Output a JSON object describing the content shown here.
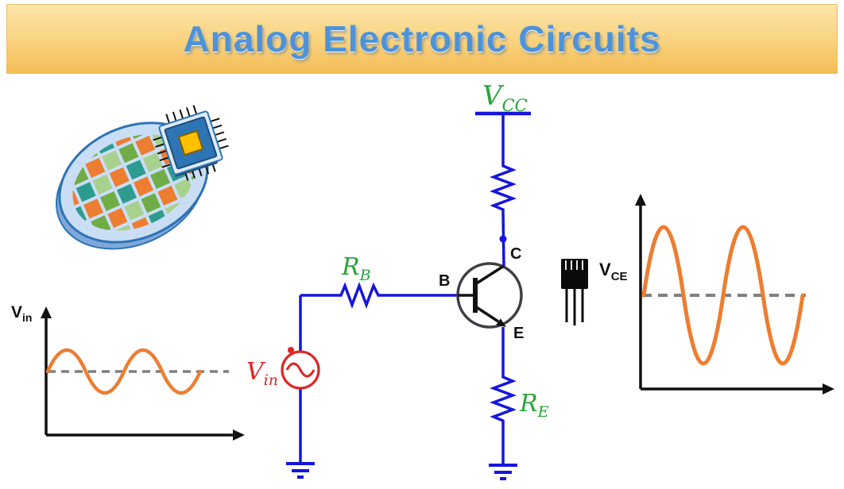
{
  "banner": {
    "title": "Analog Electronic Circuits"
  },
  "colors": {
    "banner_top": "#FCE4A8",
    "banner_bottom": "#F3BC55",
    "title_blue": "#4E93D9",
    "circuit_blue": "#1515DD",
    "label_green": "#27A339",
    "source_red": "#E02424",
    "waveform_orange": "#ED7D31",
    "dashed_gray": "#7F7F7F",
    "transistor_outline": "#3F3F46",
    "ink_black": "#111111"
  },
  "input_graph": {
    "label_main": "V",
    "label_sub": "in"
  },
  "output_graph": {
    "label_main": "V",
    "label_sub": "CE"
  },
  "circuit": {
    "vcc_main": "V",
    "vcc_sub": "CC",
    "rb_main": "R",
    "rb_sub": "B",
    "re_main": "R",
    "re_sub": "E",
    "vin_main": "V",
    "vin_sub": "in",
    "base_label": "B",
    "collector_label": "C",
    "emitter_label": "E"
  },
  "icons": {
    "wafer": "silicon-wafer-illustration",
    "chip": "ic-chip-illustration",
    "transistor_package": "to92-transistor-package-icon"
  }
}
